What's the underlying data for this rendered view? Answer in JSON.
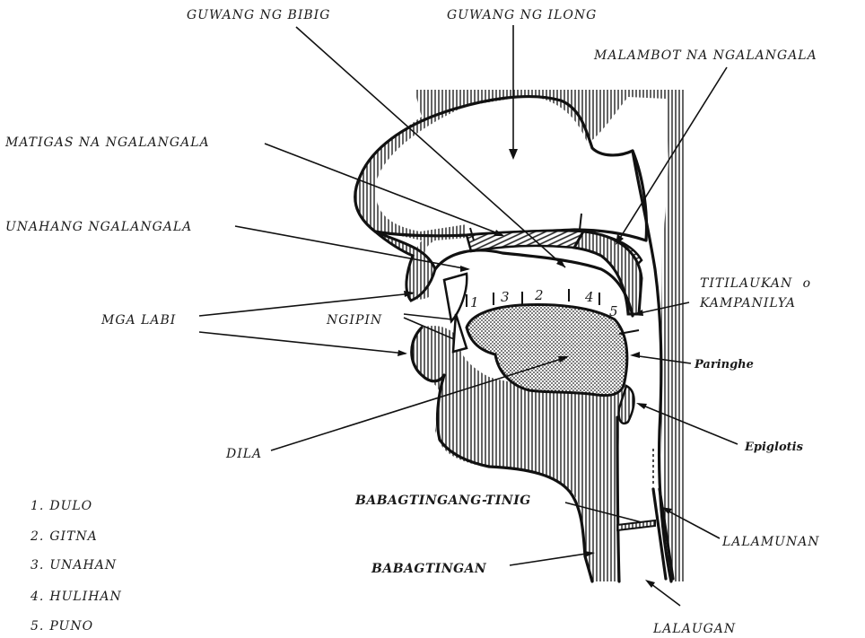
{
  "labels": {
    "guwang_ng_bibig": "GUWANG NG BIBIG",
    "guwang_ng_ilong": "GUWANG NG ILONG",
    "malambot_na_ngalangala": "MALAMBOT NA NGALANGALA",
    "matigas_na_ngalangala": "MATIGAS NA NGALANGALA",
    "unahang_ngalangala": "UNAHANG NGALANGALA",
    "titilaukan": "TITILAUKAN",
    "titilaukan_o": "o",
    "kampanilya": "KAMPANILYA",
    "mga_labi": "MGA LABI",
    "ngipin": "NGIPIN",
    "paringhe": "Paringhe",
    "epiglotis": "Epiglotis",
    "dila": "DILA",
    "babagtingang_tinig": "BABAGTINGANG-TINIG",
    "lalamunan": "LALAMUNAN",
    "babagtingan": "BABAGTINGAN",
    "lalaugan": "LALAUGAN"
  },
  "tongue_numbers": [
    "1",
    "3",
    "2",
    "4",
    "5"
  ],
  "legend": [
    {
      "num": "1.",
      "text": "DULO"
    },
    {
      "num": "2.",
      "text": "GITNA"
    },
    {
      "num": "3.",
      "text": "UNAHAN"
    },
    {
      "num": "4.",
      "text": "HULIHAN"
    },
    {
      "num": "5.",
      "text": "PUNO"
    }
  ]
}
